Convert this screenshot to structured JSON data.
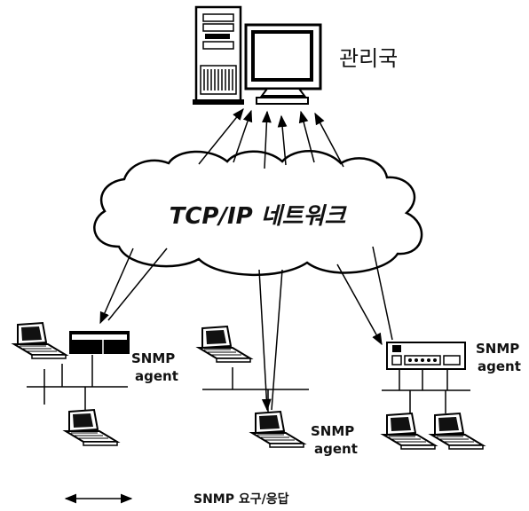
{
  "manager": {
    "label": "관리국"
  },
  "network": {
    "label": "TCP/IP 네트워크"
  },
  "agents": [
    {
      "line1": "SNMP",
      "line2": "agent"
    },
    {
      "line1": "SNMP",
      "line2": "agent"
    },
    {
      "line1": "SNMP",
      "line2": "agent"
    }
  ],
  "legend": {
    "label": "SNMP 요구/응답"
  }
}
